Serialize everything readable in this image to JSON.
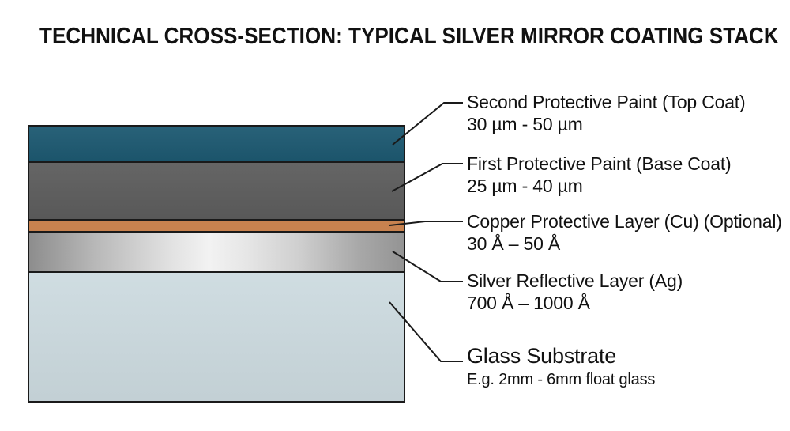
{
  "title": "TECHNICAL CROSS-SECTION: TYPICAL SILVER MIRROR COATING STACK",
  "colors": {
    "background": "#ffffff",
    "outline": "#1a1a1a",
    "text": "#111111"
  },
  "layers": [
    {
      "id": "top-coat",
      "label": "Second Protective Paint (Top Coat)",
      "range": "30 µm - 50 µm",
      "color": "#1d5971"
    },
    {
      "id": "base-coat",
      "label": "First Protective Paint (Base Coat)",
      "range": "25 µm - 40 µm",
      "color": "#5d5d5d"
    },
    {
      "id": "copper",
      "label": "Copper Protective Layer (Cu) (Optional)",
      "range": "30 Å – 50 Å",
      "color": "#c8824f"
    },
    {
      "id": "silver",
      "label": "Silver Reflective Layer (Ag)",
      "range": "700 Å – 1000 Å",
      "color": "#c7c7c7"
    },
    {
      "id": "glass",
      "label": "Glass Substrate",
      "range": "E.g. 2mm - 6mm float glass",
      "color": "#cddbe0"
    }
  ]
}
